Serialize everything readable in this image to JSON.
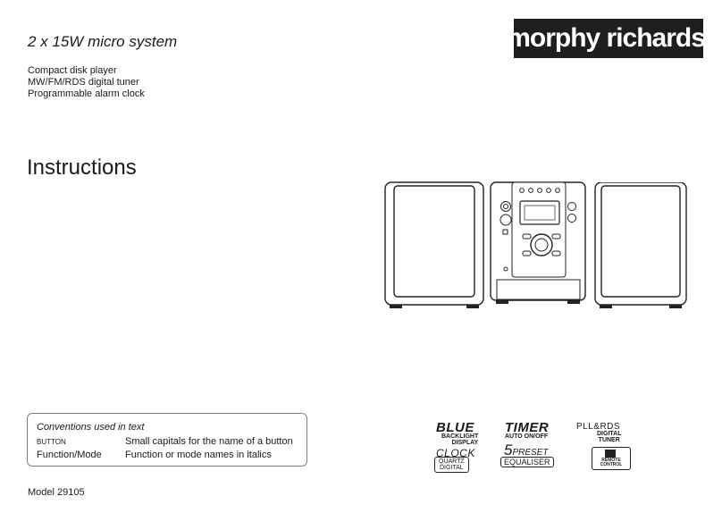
{
  "header": {
    "subtitle": "2 x 15W micro system",
    "brand": "morphy richards",
    "brand_mark": "®"
  },
  "features": [
    "Compact disk player",
    "MW/FM/RDS digital tuner",
    "Programmable alarm clock"
  ],
  "title": "Instructions",
  "conventions": {
    "title": "Conventions used in text",
    "rows": [
      {
        "key": "BUTTON",
        "value": "Small capitals for the name of a button"
      },
      {
        "key": "Function/Mode",
        "value": "Function or mode names in italics"
      }
    ]
  },
  "model": "Model 29105",
  "feature_logos": {
    "blue": {
      "main": "BLUE",
      "sub1": "BACKLIGHT",
      "sub2": "DISPLAY"
    },
    "timer": {
      "main": "TIMER",
      "sub": "AUTO ON/OFF"
    },
    "tuner": {
      "main": "PLL&RDS",
      "sub1": "DIGITAL",
      "sub2": "TUNER"
    },
    "clock": {
      "main": "CLOCK",
      "sub1": "QUARTZ",
      "sub2": "DIGITAL"
    },
    "preset": {
      "main": "5",
      "main2": "PRESET",
      "sub": "EQUALISER"
    },
    "remote": {
      "sub1": "REMOTE",
      "sub2": "CONTROL"
    }
  }
}
